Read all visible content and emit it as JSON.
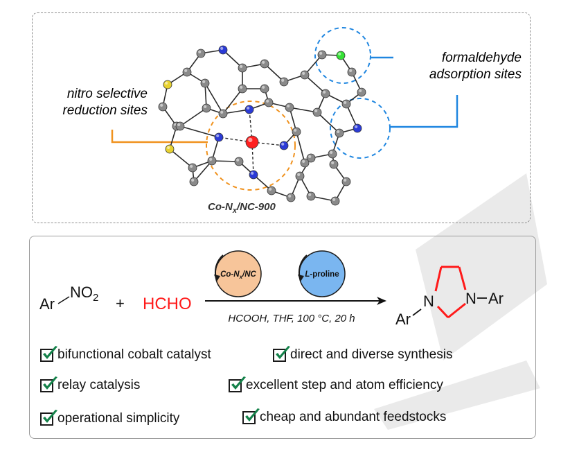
{
  "top_panel": {
    "left_label": [
      "nitro selective",
      "reduction sites"
    ],
    "right_label": [
      "formaldehyde",
      "adsorption sites"
    ],
    "caption": "Co-Nx/NC-900"
  },
  "reaction": {
    "reactant1_ar": "Ar",
    "reactant1_group": "NO",
    "reactant1_sub": "2",
    "plus": "+",
    "reactant2": "HCHO",
    "catalyst1": "Co-Nx/NC",
    "catalyst2": "L-proline",
    "conditions": "HCOOH, THF, 100 °C, 20 h",
    "product_ar_left": "Ar",
    "product_ar_right": "Ar",
    "product_n": "N"
  },
  "features": [
    "bifunctional cobalt catalyst",
    "direct and diverse synthesis",
    "relay catalysis",
    "excellent step and atom efficiency",
    "operational simplicity",
    "cheap and abundant feedstocks"
  ],
  "colors": {
    "carbon": "#8a8a8a",
    "nitrogen": "#2b3bd6",
    "sulfur": "#e8d230",
    "chlorine": "#35e035",
    "cobalt": "#ff2020",
    "orange_accent": "#f0921e",
    "blue_accent": "#1f86e0",
    "check_green": "#14824a",
    "hcho_red": "#ff1a1a",
    "co_circle": "#f7c59a",
    "proline_circle": "#7ab6f0"
  }
}
